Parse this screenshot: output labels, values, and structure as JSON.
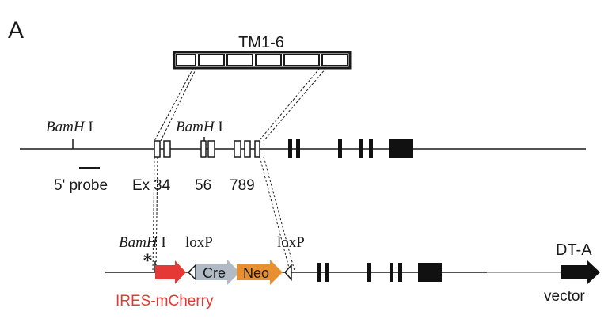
{
  "panel_label": "A",
  "tm_label": "TM1-6",
  "wildtype": {
    "bamh1_left": {
      "italic": "BamH",
      "roman": " I"
    },
    "bamh1_mid": {
      "italic": "BamH",
      "roman": " I"
    },
    "probe_label": "5' probe",
    "exon_prefix": "Ex",
    "exon_groups": [
      "34",
      "56",
      "789"
    ]
  },
  "targeted": {
    "asterisk": "*",
    "bamh1": {
      "italic": "BamH",
      "roman": " I"
    },
    "loxp_left": "loxP",
    "loxp_right": "loxP",
    "cre_label": "Cre",
    "neo_label": "Neo",
    "ires_label": "IRES-mCherry",
    "dta_label": "DT-A",
    "vector_label": "vector"
  },
  "colors": {
    "ires_red": "#e53935",
    "cre_gray": "#b0bbc6",
    "neo_orange": "#e8902f",
    "line": "#1a1a1a"
  }
}
